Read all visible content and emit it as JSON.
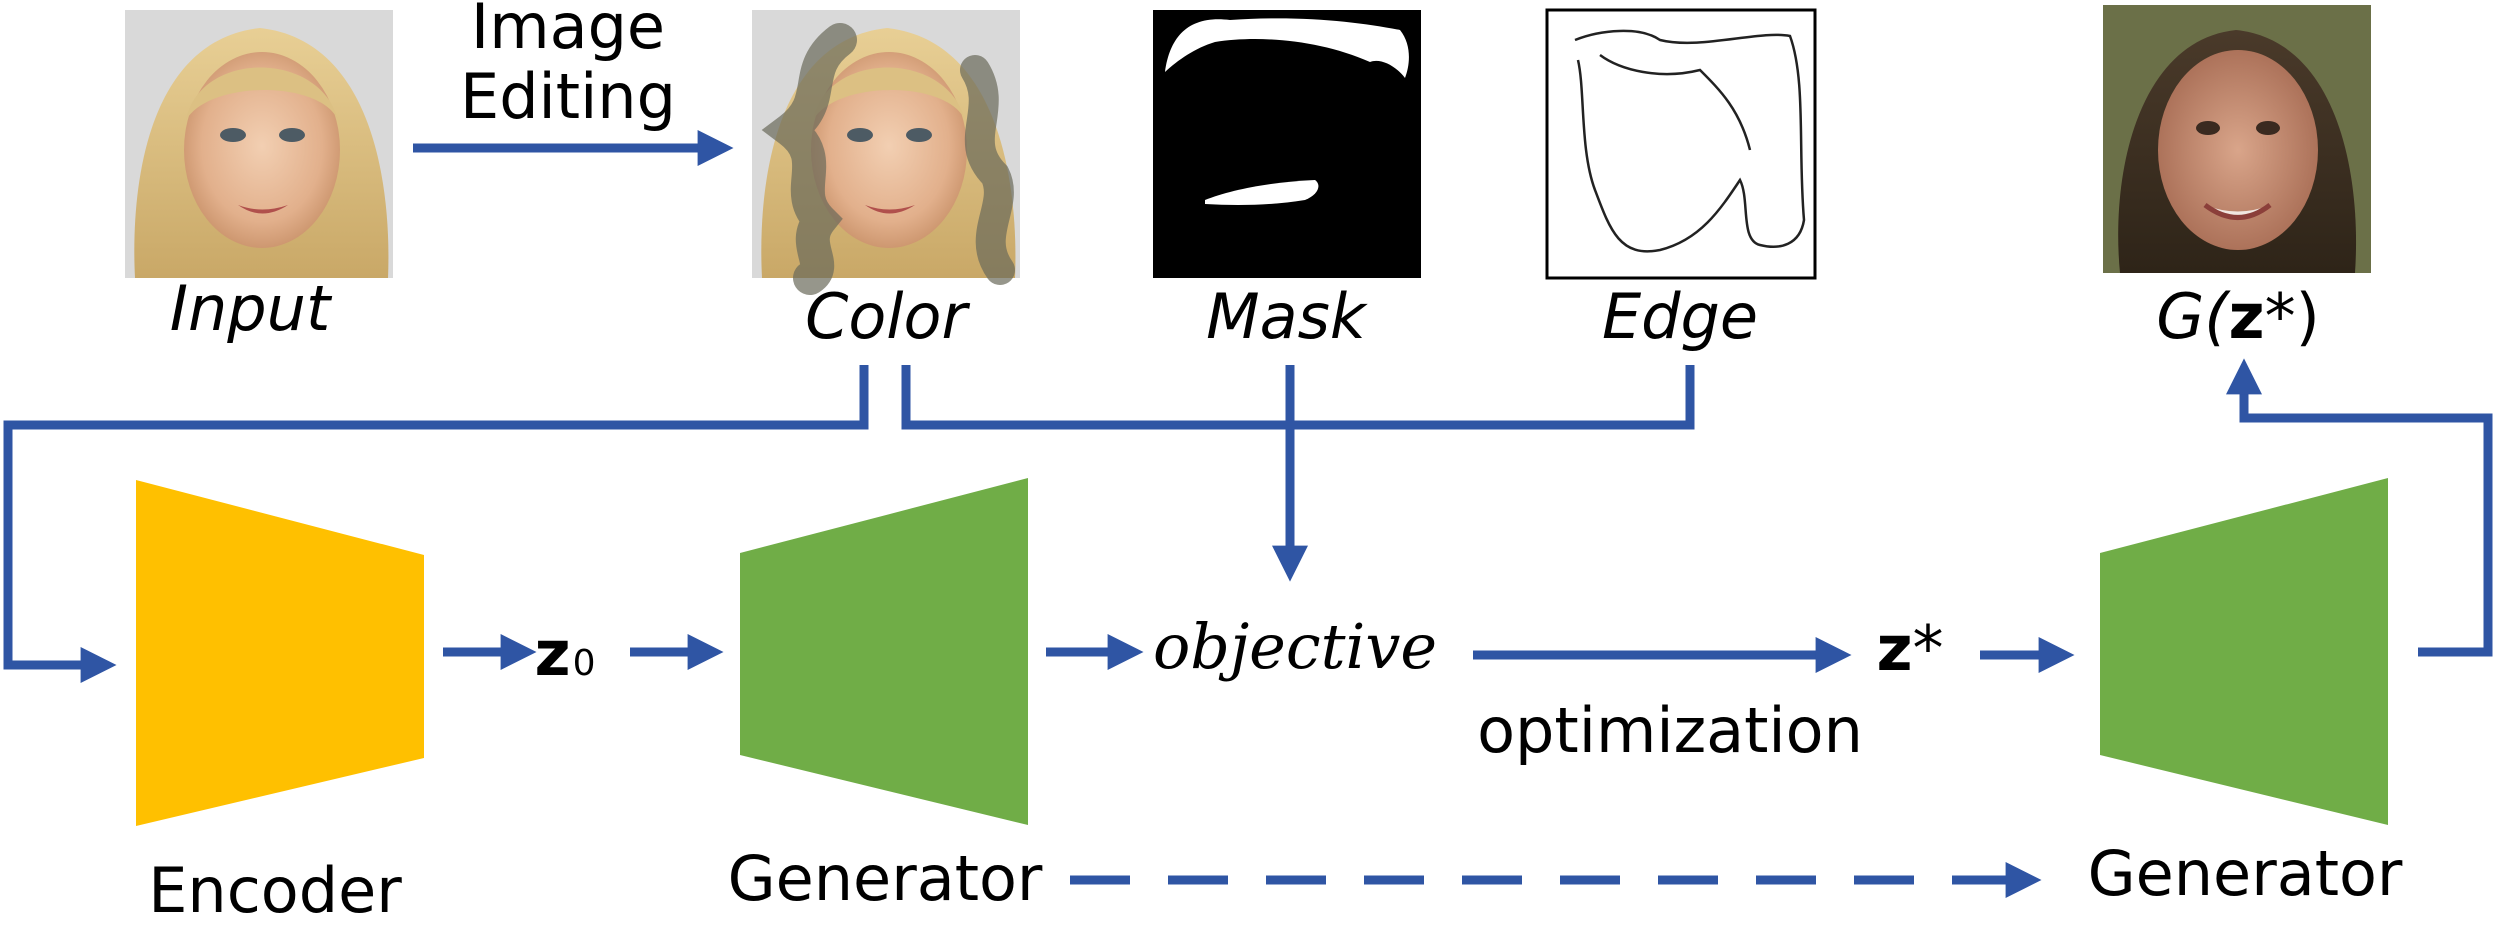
{
  "labels": {
    "image_editing_line1": "Image",
    "image_editing_line2": "Editing",
    "input": "Input",
    "color": "Color",
    "mask": "Mask",
    "edge": "Edge",
    "g_prefix": "G(",
    "g_z": "z",
    "g_suffix": "*)",
    "z0_main": "z",
    "z0_sub": "0",
    "objective": "objective",
    "optimization": "optimization",
    "zstar_main": "z",
    "zstar_suffix": "*",
    "encoder": "Encoder",
    "generator_left": "Generator",
    "generator_right": "Generator"
  },
  "colors": {
    "arrow": "#2F55A4",
    "encoder": "#FFC000",
    "generator": "#70AD47"
  },
  "icons": {
    "input_image": "face-photo-icon",
    "color_image": "face-photo-color-strokes-icon",
    "mask_image": "mask-image-icon",
    "edge_image": "edge-sketch-icon",
    "output_image": "generated-face-icon"
  }
}
